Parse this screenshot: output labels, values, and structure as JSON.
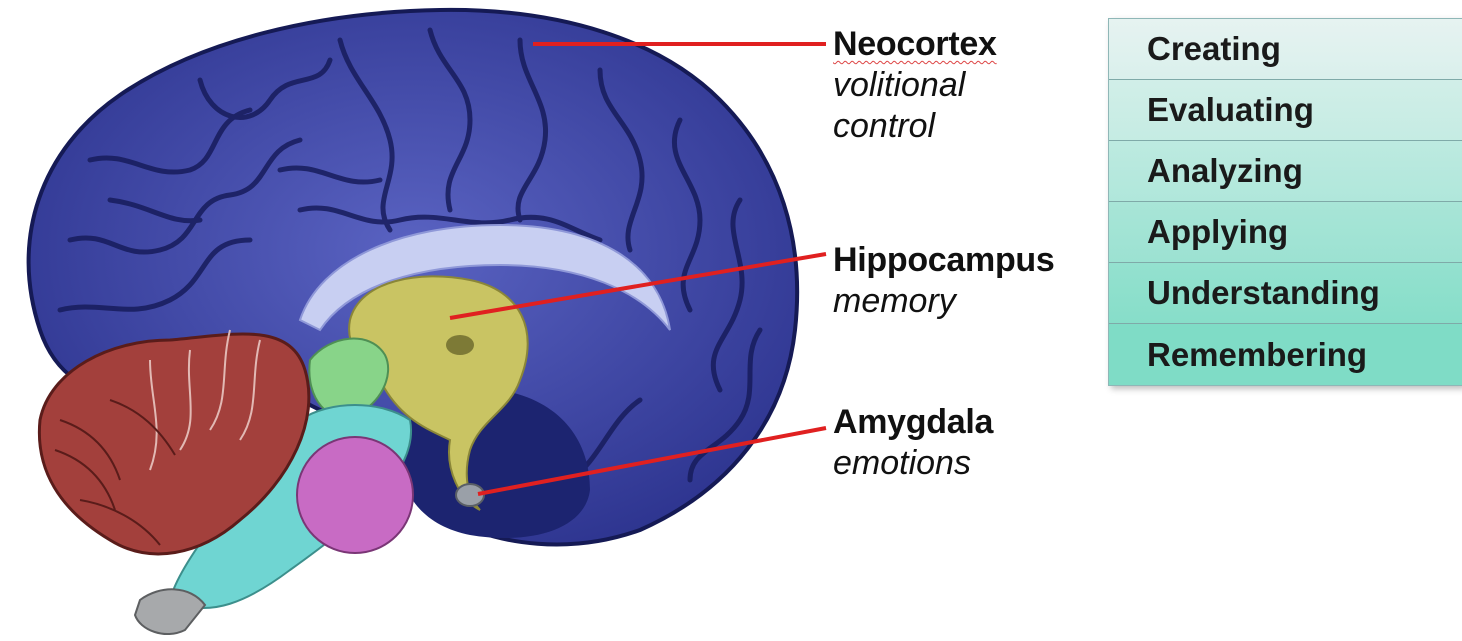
{
  "labels": {
    "neocortex": {
      "title": "Neocortex",
      "sub_lines": [
        "volitional",
        "control"
      ]
    },
    "hippocampus": {
      "title": "Hippocampus",
      "sub": "memory"
    },
    "amygdala": {
      "title": "Amygdala",
      "sub": "emotions"
    }
  },
  "bloom_levels": [
    "Creating",
    "Evaluating",
    "Analyzing",
    "Applying",
    "Understanding",
    "Remembering"
  ],
  "colors": {
    "neocortex": "#3c44a4",
    "cerebellum": "#a3403c",
    "hippocampus": "#c9c463",
    "amygdala_region": "#1c2470",
    "brainstem": "#6fd5d2",
    "midbrain": "#88d489",
    "pons": "#c86bc4",
    "leader_line": "#e02020",
    "bloom_top": "#e6f3f1",
    "bloom_bottom": "#7fdcc6"
  }
}
